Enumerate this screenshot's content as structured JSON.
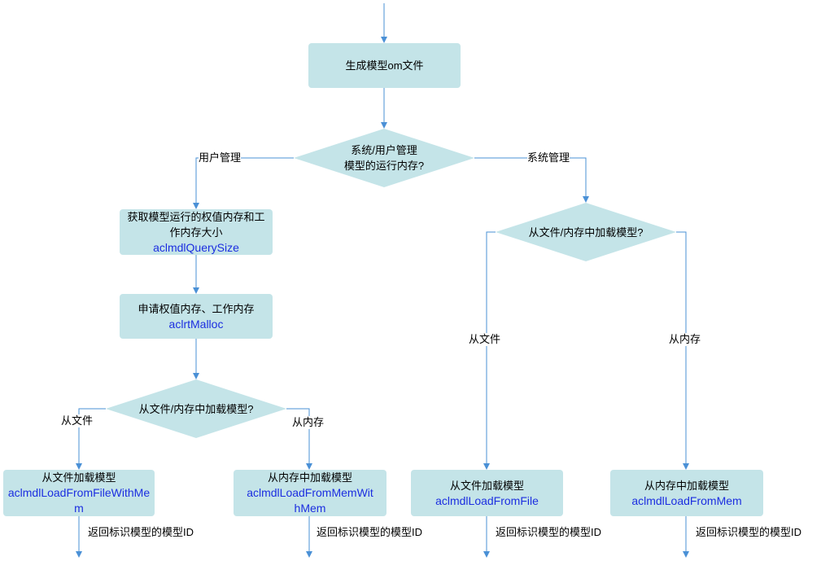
{
  "nodes": {
    "generate_model": "生成模型om文件",
    "decision_memory": {
      "line1": "系统/用户管理",
      "line2": "模型的运行内存?"
    },
    "query_size": {
      "line1": "获取模型运行的权值内存和工",
      "line2": "作内存大小",
      "api": "aclmdlQuerySize"
    },
    "malloc": {
      "line1": "申请权值内存、工作内存",
      "api": "aclrtMalloc"
    },
    "decision_left": "从文件/内存中加载模型?",
    "decision_right": "从文件/内存中加载模型?",
    "load_file_with_mem": {
      "title": "从文件加载模型",
      "api_line1": "aclmdlLoadFromFileWithMe",
      "api_line2": "m"
    },
    "load_mem_with_mem": {
      "title": "从内存中加载模型",
      "api_line1": "aclmdlLoadFromMemWit",
      "api_line2": "hMem"
    },
    "load_file": {
      "title": "从文件加载模型",
      "api": "aclmdlLoadFromFile"
    },
    "load_mem": {
      "title": "从内存中加载模型",
      "api": "aclmdlLoadFromMem"
    }
  },
  "edges": {
    "user_managed": "用户管理",
    "system_managed": "系统管理",
    "from_file_left": "从文件",
    "from_mem_left": "从内存",
    "from_file_right": "从文件",
    "from_mem_right": "从内存",
    "return_id_1": "返回标识模型的模型ID",
    "return_id_2": "返回标识模型的模型ID",
    "return_id_3": "返回标识模型的模型ID",
    "return_id_4": "返回标识模型的模型ID"
  },
  "colors": {
    "node_fill": "#c4e4e8",
    "line": "#4a90d6",
    "api_text": "#1c2ee0"
  }
}
